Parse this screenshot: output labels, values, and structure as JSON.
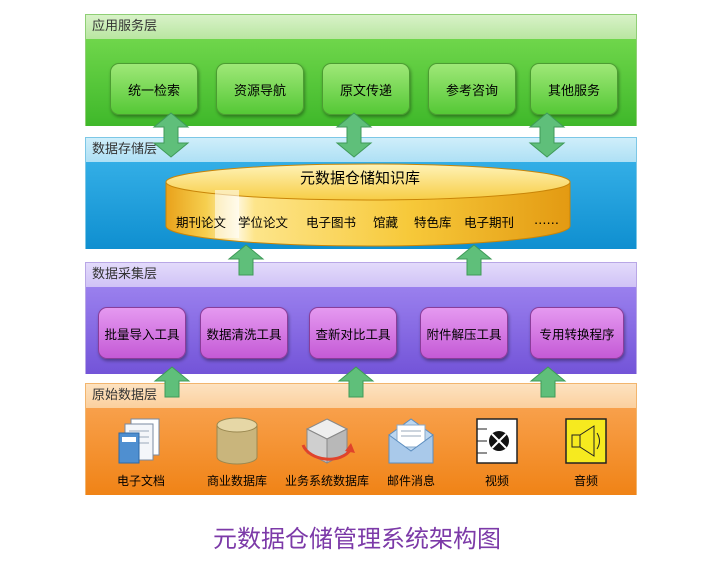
{
  "layers": {
    "app": {
      "title": "应用服务层",
      "items": [
        "统一检索",
        "资源导航",
        "原文传递",
        "参考咨询",
        "其他服务"
      ]
    },
    "storage": {
      "title": "数据存储层",
      "db_title": "元数据仓储知识库",
      "items": [
        "期刊论文",
        "学位论文",
        "电子图书",
        "馆藏",
        "特色库",
        "电子期刊",
        "……"
      ]
    },
    "collect": {
      "title": "数据采集层",
      "items": [
        "批量导入工具",
        "数据清洗工具",
        "查新对比工具",
        "附件解压工具",
        "专用转换程序"
      ]
    },
    "raw": {
      "title": "原始数据层",
      "items": [
        "电子文档",
        "商业数据库",
        "业务系统数据库",
        "邮件消息",
        "视频",
        "音频"
      ]
    }
  },
  "caption": "元数据仓储管理系统架构图",
  "colors": {
    "app": "#4cc236",
    "storage": "#1d9ad9",
    "collect": "#8167e2",
    "raw": "#f39030",
    "arrow": "#5fbf7a",
    "caption": "#7c3aa8"
  }
}
